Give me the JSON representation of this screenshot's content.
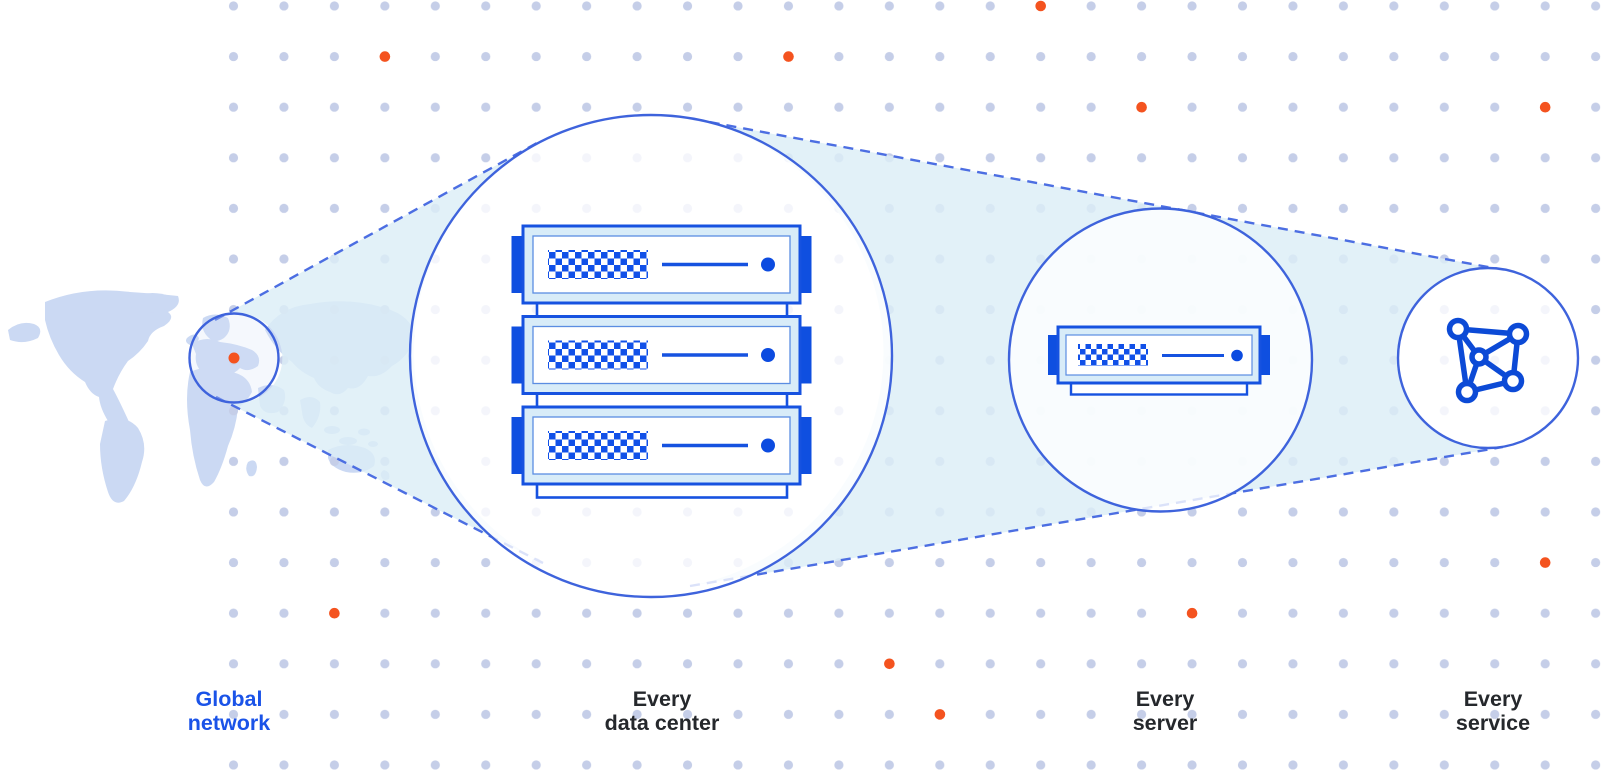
{
  "diagram": {
    "type": "network-zoom-infographic",
    "theme_colors": {
      "accent_orange": "#F4531F",
      "stroke_blue": "#3E63DC",
      "dashed_line_blue": "#4C6EE2",
      "deep_blue": "#1150E8",
      "server_band_cyan": "#D8ECF8",
      "cone_fill_cyan": "#DCEEF7",
      "map_land_blue": "#CBD9F3",
      "grid_dot_gray": "#C5CEE8",
      "label_blue": "#1A53E8",
      "label_dark": "#25282C"
    },
    "stages": [
      {
        "id": "global-network",
        "icon": "world-map-location-icon",
        "label_line1": "Global",
        "label_line2": "network"
      },
      {
        "id": "every-data-center",
        "icon": "server-rack-icon",
        "label_line1": "Every",
        "label_line2": "data center"
      },
      {
        "id": "every-server",
        "icon": "server-icon",
        "label_line1": "Every",
        "label_line2": "server"
      },
      {
        "id": "every-service",
        "icon": "network-mesh-icon",
        "label_line1": "Every",
        "label_line2": "service"
      }
    ]
  }
}
